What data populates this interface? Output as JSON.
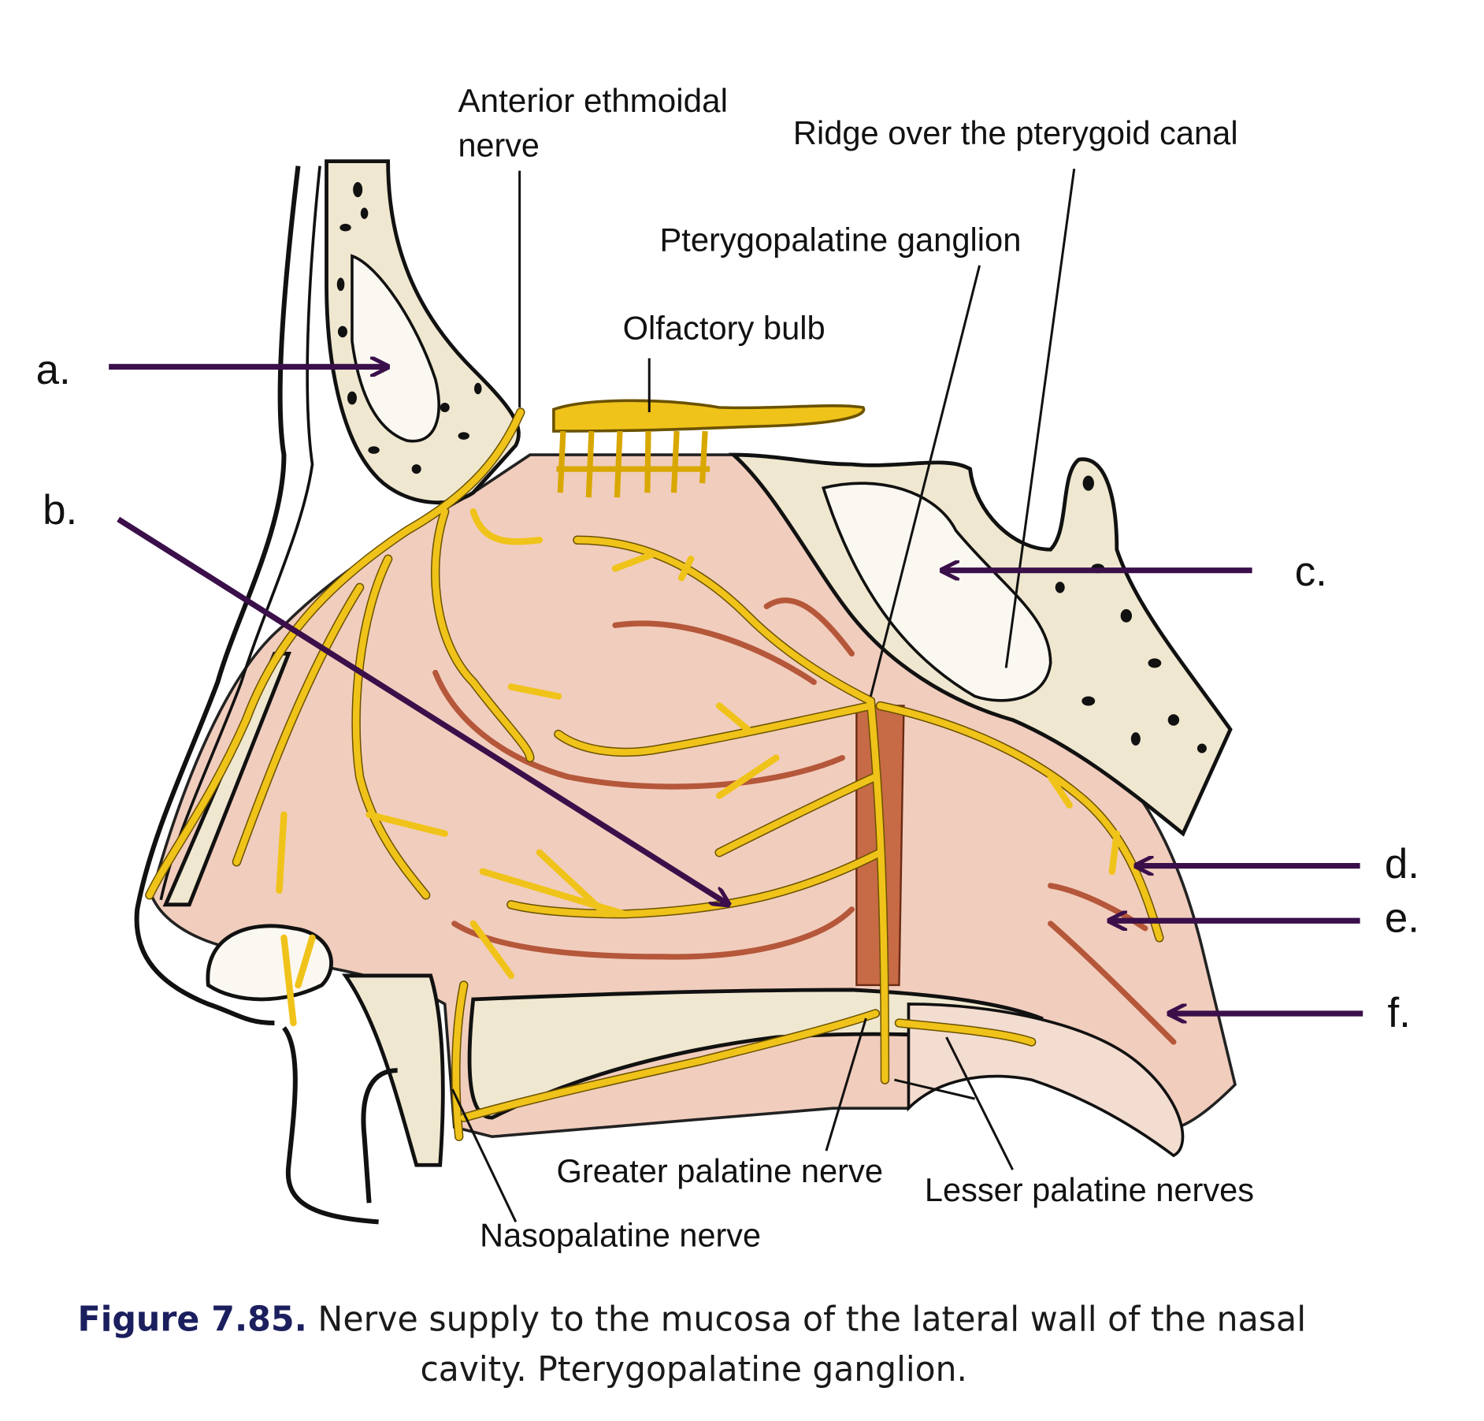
{
  "labels": {
    "anterior_ethmoidal_1": "Anterior ethmoidal",
    "anterior_ethmoidal_2": "nerve",
    "ridge": "Ridge over the pterygoid canal",
    "ganglion": "Pterygopalatine ganglion",
    "olfactory": "Olfactory bulb",
    "greater_palatine": "Greater palatine nerve",
    "lesser_palatine": "Lesser palatine nerves",
    "nasopalatine": "Nasopalatine nerve"
  },
  "markers": {
    "a": "a.",
    "b": "b.",
    "c": "c.",
    "d": "d.",
    "e": "e.",
    "f": "f."
  },
  "caption": {
    "number": "Figure 7.85.",
    "line1": "Nerve supply to the mucosa of the lateral wall of the nasal",
    "line2": "cavity. Pterygopalatine ganglion."
  },
  "colors": {
    "nerve": "#f0c31a",
    "mucosa": "#f1cdbd",
    "bone": "#efe7cf",
    "arrow": "#3a0f4a",
    "caption_number": "#1b1f5e"
  }
}
